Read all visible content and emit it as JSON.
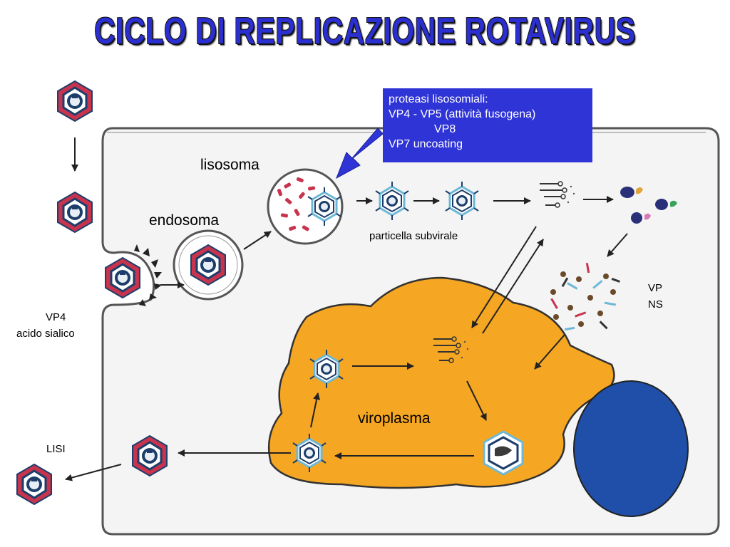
{
  "title": "CICLO DI REPLICAZIONE ROTAVIRUS",
  "labels": {
    "lisosoma": "lisosoma",
    "endosoma": "endosoma",
    "particella": "particella subvirale",
    "viroplasma": "viroplasma",
    "vpns_line1": "VP",
    "vpns_line2": "NS",
    "vp4": "VP4",
    "acido": "acido sialico",
    "lisi": "LISI"
  },
  "infobox": {
    "line1": "proteasi lisosomiali:",
    "line2": "VP4  - VP5 (attività fusogena)",
    "line3": "VP8",
    "line4": "VP7 uncoating"
  },
  "colors": {
    "title": "#2b2fd0",
    "infobox": "#2f34d6",
    "viroplasm": "#f5a623",
    "nucleus": "#1f4fa8",
    "virus_outer": "#c8344d",
    "virus_inner": "#1d3e6b",
    "virus_spike": "#6cb8d6"
  }
}
